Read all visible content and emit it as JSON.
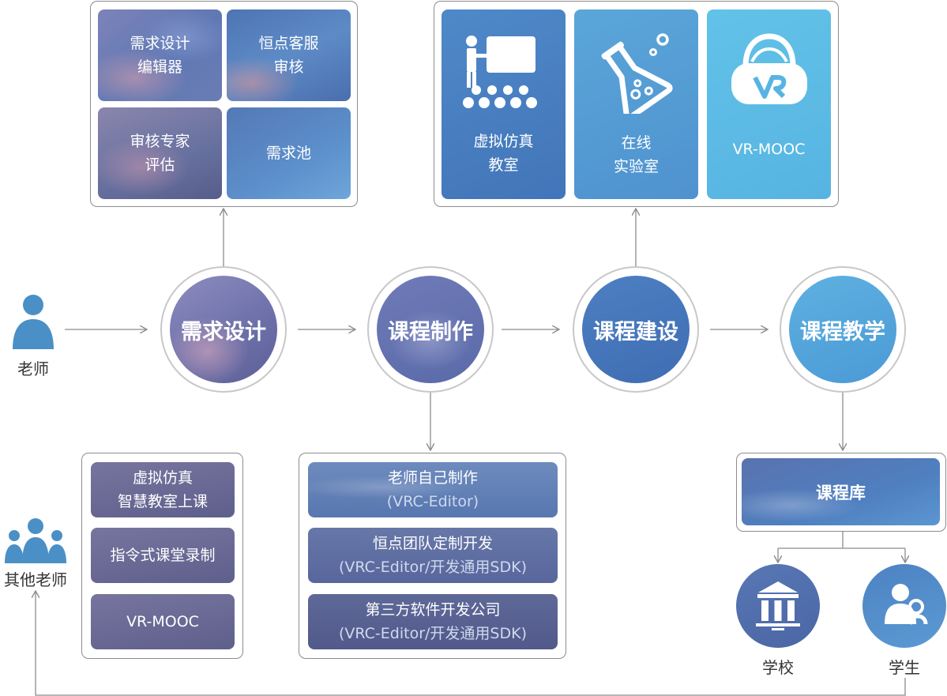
{
  "left_actors": {
    "teacher": "老师",
    "other_teachers": "其他老师"
  },
  "main_flow": [
    {
      "label": "需求设计"
    },
    {
      "label": "课程制作"
    },
    {
      "label": "课程建设"
    },
    {
      "label": "课程教学"
    }
  ],
  "design_panel": {
    "tiles": [
      {
        "line1": "需求设计",
        "line2": "编辑器"
      },
      {
        "line1": "恒点客服",
        "line2": "审核"
      },
      {
        "line1": "审核专家",
        "line2": "评估"
      },
      {
        "line1": "需求池",
        "line2": ""
      }
    ]
  },
  "build_panel": {
    "tiles": [
      {
        "line1": "虚拟仿真",
        "line2": "教室",
        "icon": "classroom-icon"
      },
      {
        "line1": "在线",
        "line2": "实验室",
        "icon": "flask-icon"
      },
      {
        "line1": "VR-MOOC",
        "line2": "",
        "icon": "vr-headset-icon"
      }
    ]
  },
  "other_teacher_panel": {
    "tiles": [
      {
        "line1": "虚拟仿真",
        "line2": "智慧教室上课"
      },
      {
        "line1": "指令式课堂录制",
        "line2": ""
      },
      {
        "line1": "VR-MOOC",
        "line2": ""
      }
    ]
  },
  "production_panel": {
    "tiles": [
      {
        "line1": "老师自己制作",
        "line2": "(VRC-Editor)"
      },
      {
        "line1": "恒点团队定制开发",
        "line2": "(VRC-Editor/开发通用SDK)"
      },
      {
        "line1": "第三方软件开发公司",
        "line2": "(VRC-Editor/开发通用SDK)"
      }
    ]
  },
  "library": {
    "label": "课程库",
    "targets": [
      {
        "label": "学校",
        "icon": "school-icon"
      },
      {
        "label": "学生",
        "icon": "students-icon"
      }
    ]
  },
  "colors": {
    "arrow": "#8c8c8c",
    "panel_border": "#8c8c8c",
    "circle_ring": "#c8c8c8",
    "person_blue": "#4a90c6"
  }
}
